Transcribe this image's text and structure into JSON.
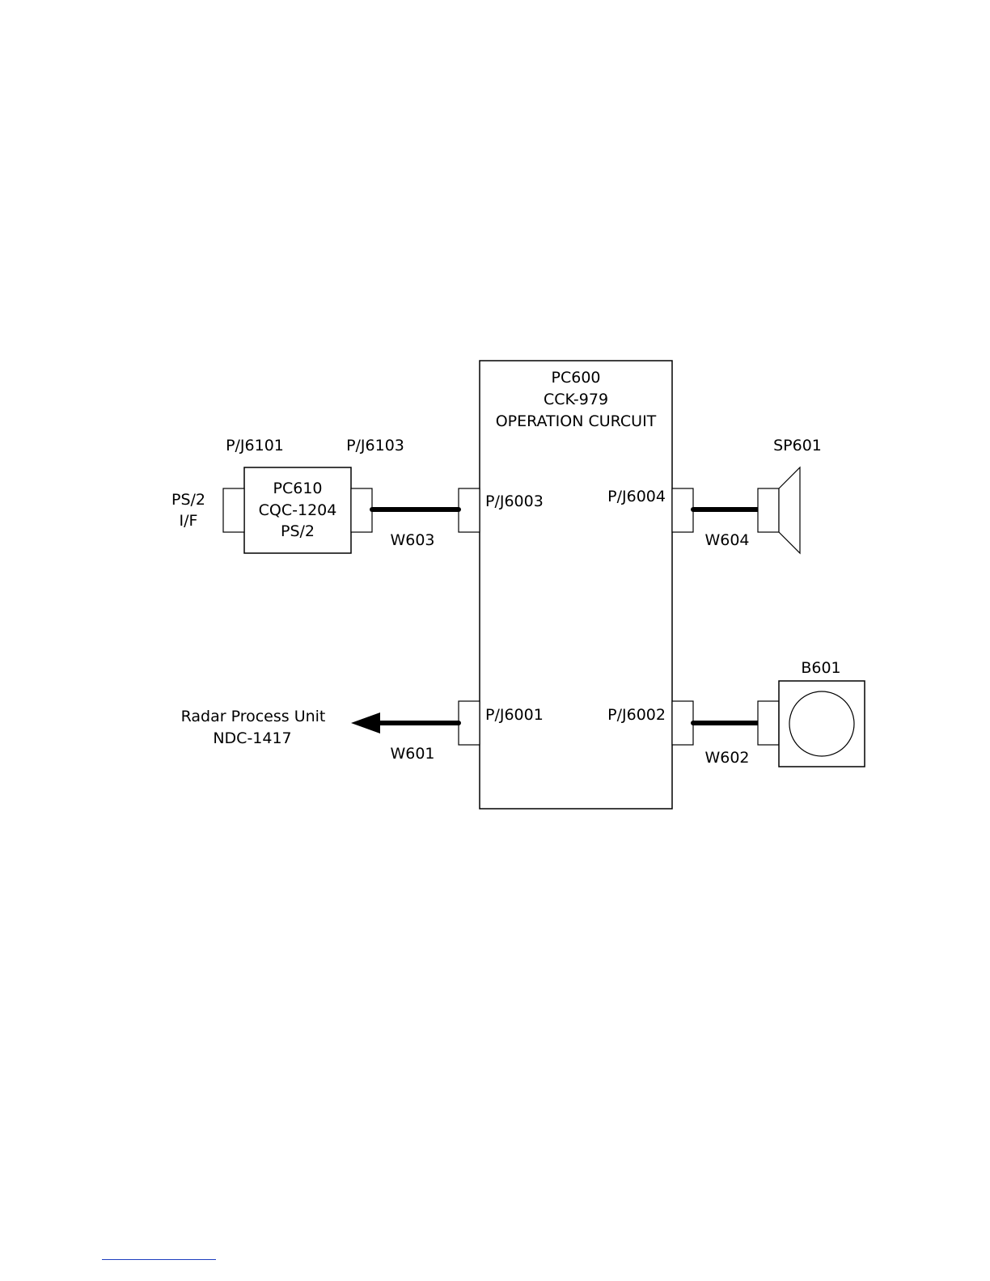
{
  "main_board": {
    "ref": "PC600",
    "model": "CCK-979",
    "name": "OPERATION CURCUIT"
  },
  "ps2_board": {
    "ref": "PC610",
    "model": "CQC-1204",
    "name": "PS/2"
  },
  "ps2_interface": {
    "line1": "PS/2",
    "line2": "I/F"
  },
  "connectors": {
    "pj6101": "P/J6101",
    "pj6103": "P/J6103",
    "pj6003": "P/J6003",
    "pj6004": "P/J6004",
    "pj6001": "P/J6001",
    "pj6002": "P/J6002"
  },
  "wires": {
    "w603": "W603",
    "w604": "W604",
    "w601": "W601",
    "w602": "W602"
  },
  "speaker": {
    "ref": "SP601"
  },
  "buzzer": {
    "ref": "B601"
  },
  "external_unit": {
    "line1": "Radar Process Unit",
    "line2": "NDC-1417"
  }
}
